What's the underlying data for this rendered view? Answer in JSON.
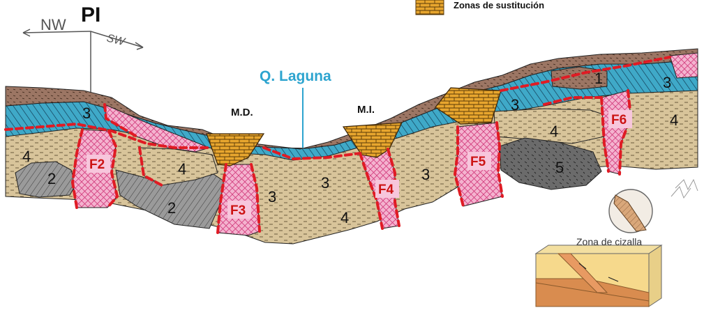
{
  "legend": {
    "label": "Zonas de sustitución"
  },
  "header": {
    "pi": "PI",
    "nw": "NW",
    "sw": "SW"
  },
  "places": {
    "laguna": "Q. Laguna",
    "md": "M.D.",
    "mi": "M.I."
  },
  "units": {
    "u1": "1",
    "u2a": "2",
    "u2b": "2",
    "u3a": "3",
    "u3b": "3",
    "u3c": "3",
    "u3d": "3",
    "u3e": "3",
    "u3f": "3",
    "u4a": "4",
    "u4b": "4",
    "u4c": "4",
    "u4d": "4",
    "u4e": "4",
    "u5": "5"
  },
  "faults": {
    "f2": "F2",
    "f3": "F3",
    "f4": "F4",
    "f5": "F5",
    "f6": "F6"
  },
  "inset": {
    "title": "Zona de cizalla"
  },
  "colors": {
    "blue": "#3fa9c8",
    "tan": "#d8c49a",
    "pink": "#f4b3cf",
    "gray": "#8f8f8f",
    "dark": "#6b6b6b",
    "brown": "#9c7664",
    "orange": "#e8a62e",
    "fault": "#e01b24",
    "accent": "#2da4cf"
  }
}
